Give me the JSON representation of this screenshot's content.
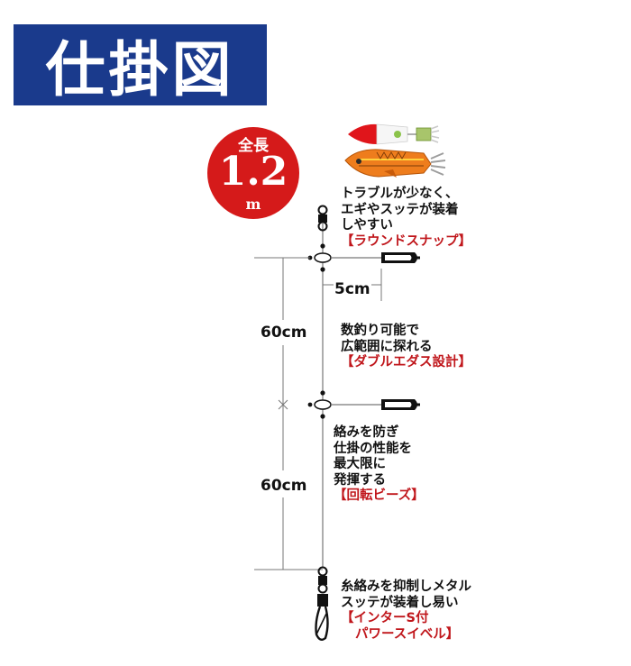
{
  "title": "仕掛図",
  "length_badge": {
    "label": "全長",
    "value": "1.2",
    "unit": "m"
  },
  "measurements": {
    "dropper_length": "5cm",
    "upper_spacing": "60cm",
    "lower_spacing": "60cm"
  },
  "notes": {
    "round_snap": {
      "lines": [
        "トラブルが少なく、",
        "エギやスッテが装着",
        "しやすい"
      ],
      "feature": "【ラウンドスナップ】"
    },
    "double_dropper": {
      "lines": [
        "数釣り可能で",
        "広範囲に探れる"
      ],
      "feature": "【ダブルエダス設計】"
    },
    "rotating_beads": {
      "lines": [
        "絡みを防ぎ",
        "仕掛の性能を",
        "最大限に",
        "発揮する"
      ],
      "feature": "【回転ビーズ】"
    },
    "swivel": {
      "lines": [
        "糸絡みを抑制しメタル",
        "スッテが装着し易い"
      ],
      "feature": "【インターS付",
      "feature2": "パワースイベル】"
    }
  },
  "colors": {
    "title_bg": "#1a3a8c",
    "badge_red": "#d51a1a",
    "feature_red": "#c0161b",
    "line": "#777777",
    "hardware": "#111111"
  },
  "icons": [
    "squid-jig-icon",
    "egi-lure-icon",
    "round-snap-icon",
    "swivel-icon"
  ]
}
